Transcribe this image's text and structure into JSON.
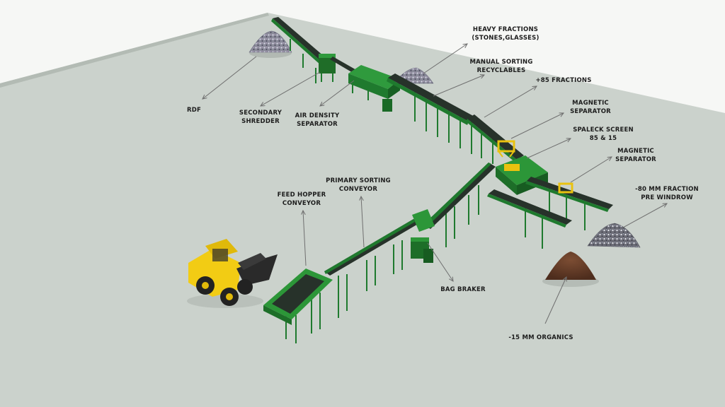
{
  "labels": {
    "heavy_fractions": [
      "HEAVY FRACTIONS",
      "(STONES,GLASSES)"
    ],
    "manual_sorting": [
      "MANUAL SORTING",
      "RECYCLABLES"
    ],
    "plus85": [
      "+85 FRACTIONS"
    ],
    "magnetic_1": [
      "MAGNETIC",
      "SEPARATOR"
    ],
    "spaleck": [
      "SPALECK SCREEN",
      "85 & 15"
    ],
    "magnetic_2": [
      "MAGNETIC",
      "SEPARATOR"
    ],
    "minus80": [
      "-80 MM FRACTION",
      "PRE WINDROW"
    ],
    "rdf": [
      "RDF"
    ],
    "secondary_shredder": [
      "SECONDARY",
      "SHREDDER"
    ],
    "air_density": [
      "AIR DENSITY",
      "SEPARATOR"
    ],
    "feed_hopper": [
      "FEED HOPPER",
      "CONVEYOR"
    ],
    "primary_sorting": [
      "PRIMARY SORTING",
      "CONVEYOR"
    ],
    "bag_braker": [
      "BAG BRAKER"
    ],
    "organics": [
      "-15 MM ORGANICS"
    ]
  },
  "colors": {
    "floor": "#cbd2cc",
    "frame_green": "#1f7a2e",
    "belt_dark": "#27322a",
    "loader_yellow": "#f2cc14",
    "arrow": "#6f6f6f"
  }
}
